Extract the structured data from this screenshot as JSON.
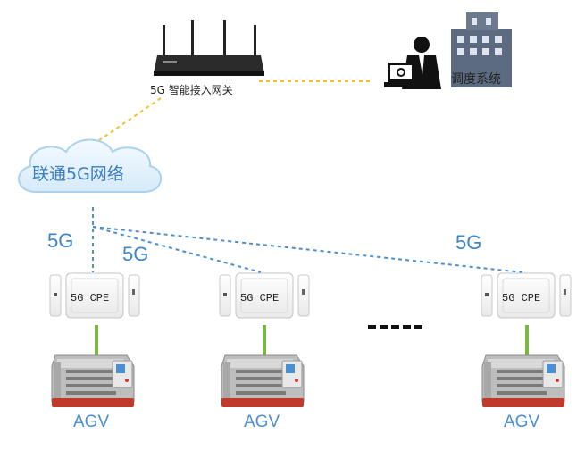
{
  "gateway": {
    "label": "5G 智能接入网关"
  },
  "dispatch": {
    "label": "调度系统"
  },
  "network": {
    "label": "联通5G网络"
  },
  "links": {
    "label_left": "5G",
    "label_mid": "5G",
    "label_right": "5G"
  },
  "cpe": [
    {
      "label": "5G CPE"
    },
    {
      "label": "5G CPE"
    },
    {
      "label": "5G CPE"
    }
  ],
  "agv": [
    {
      "label": "AGV"
    },
    {
      "label": "AGV"
    },
    {
      "label": "AGV"
    }
  ],
  "colors": {
    "wan_link": "#f2c12e",
    "radio_link": "#4a8fd0",
    "wired_link": "#7ab648",
    "cloud_fill": "#e6f2fb",
    "cloud_stroke": "#a9d2ef"
  },
  "icons": {
    "gateway": "router-icon",
    "dispatch": "operator-with-computer-icon",
    "building": "building-icon",
    "network": "cloud-icon",
    "cpe": "cpe-device-icon",
    "agv": "agv-robot-icon",
    "ellipsis": "ellipsis-icon"
  }
}
